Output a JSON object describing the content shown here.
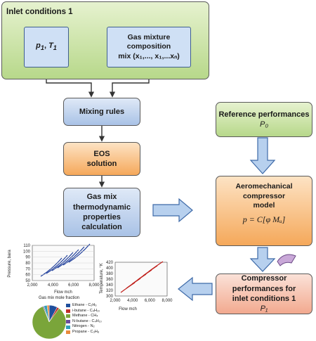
{
  "inlet": {
    "title": "Inlet conditions 1",
    "p_label": "p",
    "p_sub": "1",
    "t_label": "T",
    "t_sub": "1",
    "gas_line1": "Gas mixture",
    "gas_line2": "composition",
    "gas_line3": "mix (x₁,..., x₁,...xₙ)"
  },
  "flow": {
    "mixing": "Mixing rules",
    "eos_line1": "EOS",
    "eos_line2": "solution",
    "props_line1": "Gas mix",
    "props_line2": "thermodynamic",
    "props_line3": "properties",
    "props_line4": "calculation"
  },
  "right": {
    "ref_title": "Reference performances",
    "ref_sub": "P₀",
    "aero_line1": "Aeromechanical compressor",
    "aero_line2": "model",
    "aero_formula": "p = C[φ Mᵤ]",
    "comp_line1": "Compressor performances for",
    "comp_line2": "inlet conditions 1",
    "comp_sub": "P₁"
  },
  "pressure_chart": {
    "ylabel": "Pressure, bara",
    "xlabel": "Flow mch",
    "yticks": [
      "110",
      "100",
      "90",
      "80",
      "70",
      "60",
      "50"
    ],
    "xticks": [
      "2,000",
      "4,000",
      "6,000",
      "8,000"
    ]
  },
  "temperature_chart": {
    "ylabel": "Temperature, °K",
    "xlabel": "Flow mch",
    "yticks": [
      "420",
      "400",
      "380",
      "360",
      "340",
      "320",
      "300"
    ],
    "xticks": [
      "2,000",
      "4,000",
      "6,000",
      "8,000"
    ]
  },
  "pie": {
    "title": "Gas mix mole fraction",
    "items": [
      {
        "label": "Ethane - C₂H₆",
        "color": "#1f4e9c",
        "value": 8
      },
      {
        "label": "i-butane - C₄H₁₀",
        "color": "#c0312b",
        "value": 2
      },
      {
        "label": "Methane - CH₄",
        "color": "#7aa53a",
        "value": 84
      },
      {
        "label": "N-butane - C₄H₁₀",
        "color": "#6a4c9c",
        "value": 1
      },
      {
        "label": "Nitrogen - N₂",
        "color": "#2f9fb8",
        "value": 3
      },
      {
        "label": "Propane - C₃H₈",
        "color": "#e98a3c",
        "value": 2
      }
    ]
  },
  "colors": {
    "green": "#b7d88a",
    "blue": "#a9c2e6",
    "orange": "#f5a85a",
    "peach": "#f2a98f",
    "pressure_curves": "#1f3f9c",
    "temperature_curves": "#c0201b"
  }
}
